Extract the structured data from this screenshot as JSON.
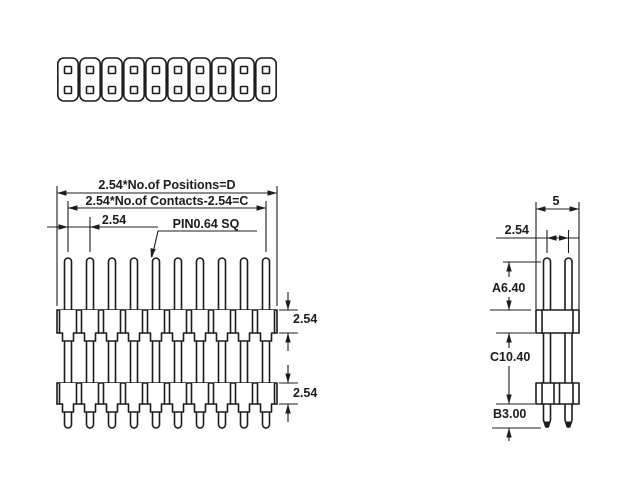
{
  "drawing": {
    "title": "dual-row pin header dimension drawing",
    "top_view": {
      "positions": 10,
      "rows": 2
    },
    "front_view": {
      "positions": 10,
      "dim_positions": "2.54*No.of Positions=D",
      "dim_contacts": "2.54*No.of Contacts-2.54=C",
      "dim_pitch": "2.54",
      "pin_label": "PIN0.64 SQ",
      "dim_body1": "2.54",
      "dim_body2": "2.54"
    },
    "side_view": {
      "pins": 2,
      "dim_width": "5",
      "dim_pitch": "2.54",
      "dim_above": "A6.40",
      "dim_between": "C10.40",
      "dim_below": "B3.00"
    },
    "colors": {
      "line": "#1c1c1c",
      "background": "#ffffff"
    }
  }
}
